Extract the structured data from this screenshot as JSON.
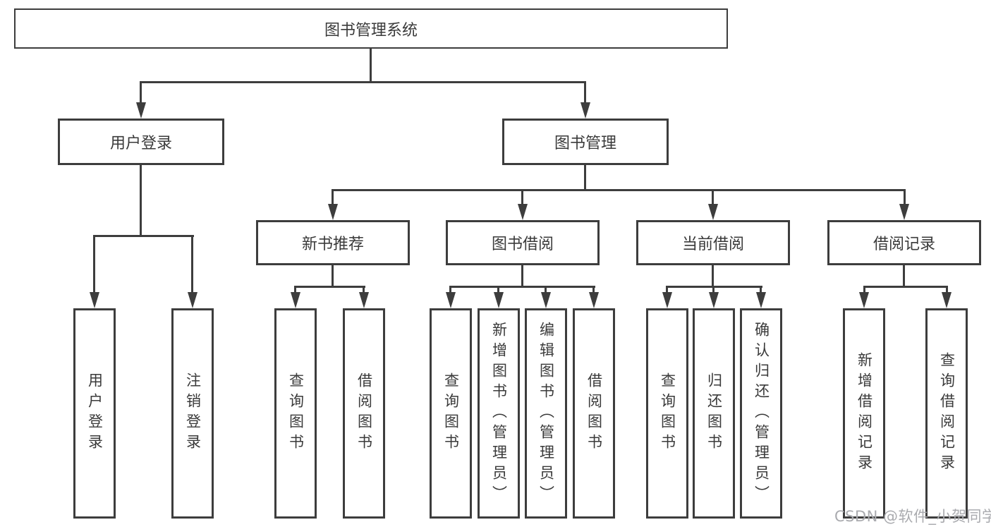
{
  "diagram_title": "图书管理系统",
  "tree": {
    "root": {
      "label": "图书管理系统"
    },
    "branches": [
      {
        "label": "用户登录",
        "children": [
          {
            "label": "用户登录"
          },
          {
            "label": "注销登录"
          }
        ]
      },
      {
        "label": "图书管理",
        "children": [
          {
            "label": "新书推荐",
            "children": [
              {
                "label": "查询图书"
              },
              {
                "label": "借阅图书"
              }
            ]
          },
          {
            "label": "图书借阅",
            "children": [
              {
                "label": "查询图书"
              },
              {
                "label": "新增图书（管理员）"
              },
              {
                "label": "编辑图书（管理员）"
              },
              {
                "label": "借阅图书"
              }
            ]
          },
          {
            "label": "当前借阅",
            "children": [
              {
                "label": "查询图书"
              },
              {
                "label": "归还图书"
              },
              {
                "label": "确认归还（管理员）"
              }
            ]
          },
          {
            "label": "借阅记录",
            "children": [
              {
                "label": "新增借阅记录"
              },
              {
                "label": "查询借阅记录"
              }
            ]
          }
        ]
      }
    ]
  },
  "watermark": {
    "text": "CSDN @软件_小贺同学"
  },
  "colors": {
    "line": "#3d3d3d",
    "box_border": "#3d3d3d",
    "box_fill": "#ffffff",
    "text": "#3a3a3a",
    "watermark": "#aaabaf",
    "background": "#ffffff"
  }
}
